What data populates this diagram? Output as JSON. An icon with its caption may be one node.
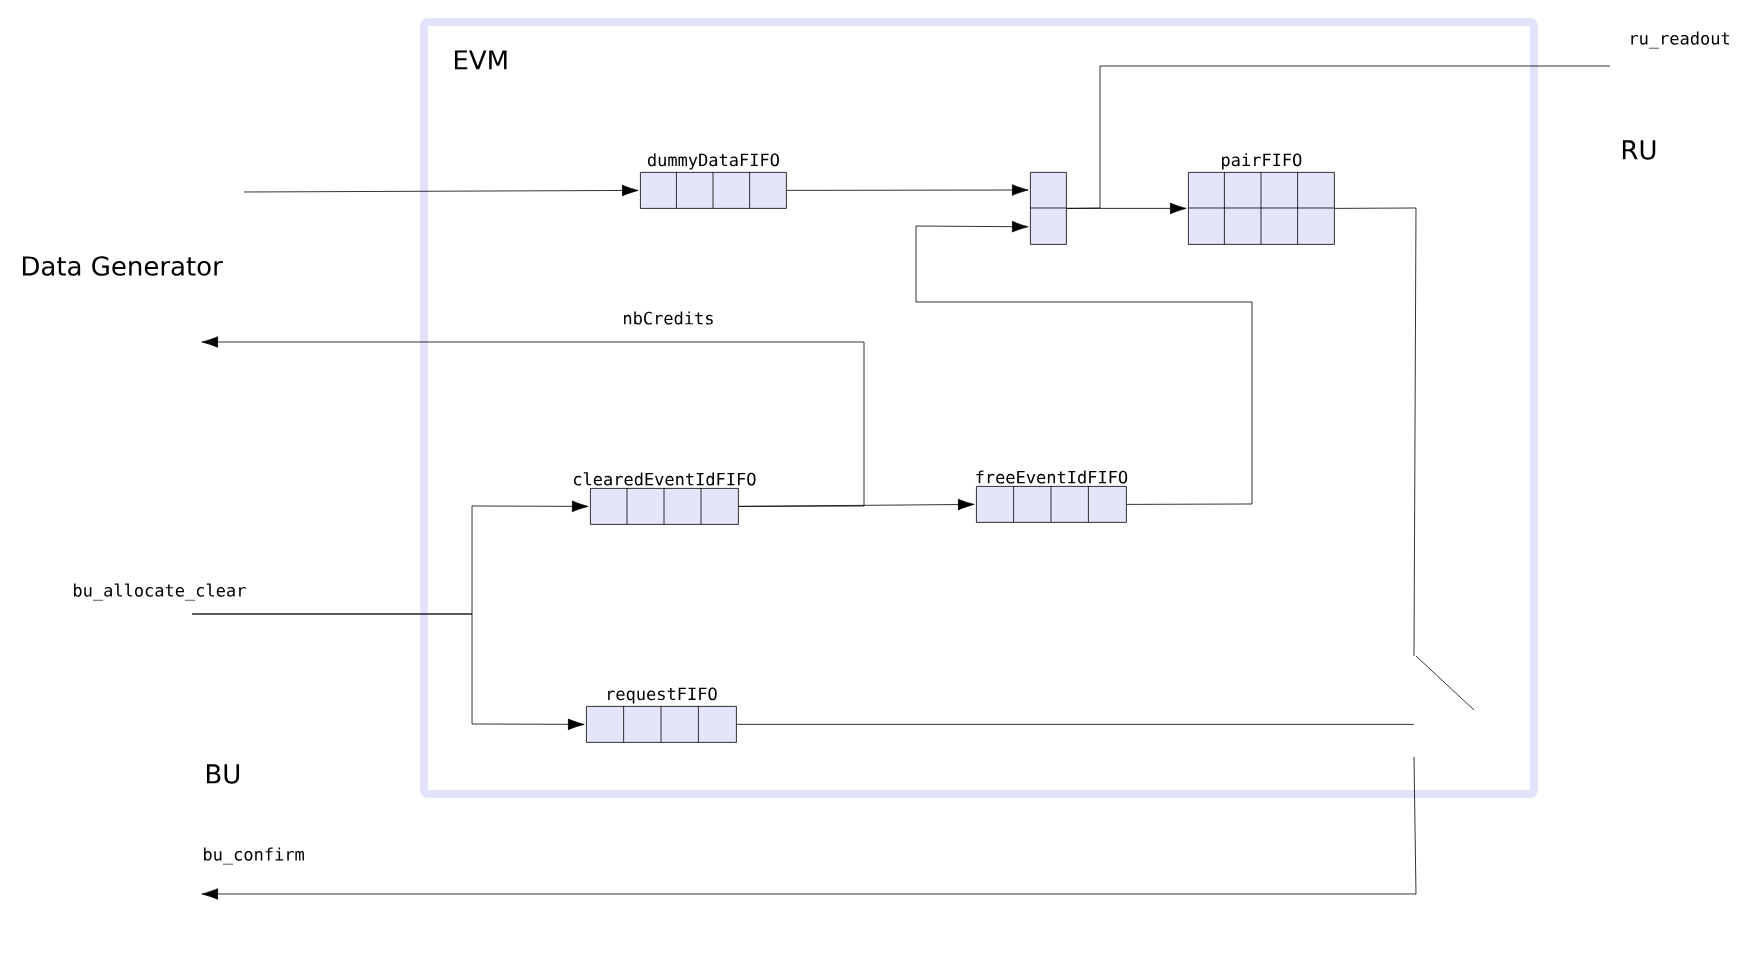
{
  "diagram": {
    "nodes": [
      {
        "text": [
          "EVM"
        ]
      },
      {
        "text": [
          "dummyDataFIFO"
        ],
        "in": 0
      },
      {
        "text": [],
        "shape": "box",
        "in": 0
      },
      {
        "text": [
          "pairFIFO"
        ],
        "in": 0
      },
      {
        "text": [
          "clearedEventIdFIFO"
        ],
        "in": 0
      },
      {
        "text": [
          "freeEventIdFIFO"
        ],
        "in": 0
      },
      {
        "text": [
          "requestFIFO"
        ],
        "in": 0
      },
      {
        "text": [],
        "shape": "switch",
        "in": 0
      }
    ],
    "edges": [
      {
        "from": null,
        "to": 1,
        "arrow": "to"
      },
      {
        "from": 1,
        "to": 2,
        "arrow": "to"
      },
      {
        "from": 2,
        "to": 3,
        "arrow": "to"
      },
      {
        "from": 2,
        "to": null,
        "arrow": "none",
        "label": "ru_readout"
      },
      {
        "from": 4,
        "to": 5,
        "arrow": "to"
      },
      {
        "from": 4,
        "to": null,
        "arrow": "to",
        "label": "nbCredits"
      },
      {
        "from": 5,
        "to": 2,
        "arrow": "to"
      },
      {
        "from": null,
        "to": 4,
        "arrow": "to",
        "label": "bu_allocate_clear"
      },
      {
        "from": null,
        "to": 6,
        "arrow": "to"
      },
      {
        "from": 3,
        "to": 7,
        "arrow": "none"
      },
      {
        "from": 6,
        "to": 7,
        "arrow": "none"
      },
      {
        "from": 7,
        "to": null,
        "arrow": "to",
        "label": "bu_confirm"
      }
    ],
    "labels": [
      "RU",
      "Data Generator",
      "BU"
    ]
  }
}
